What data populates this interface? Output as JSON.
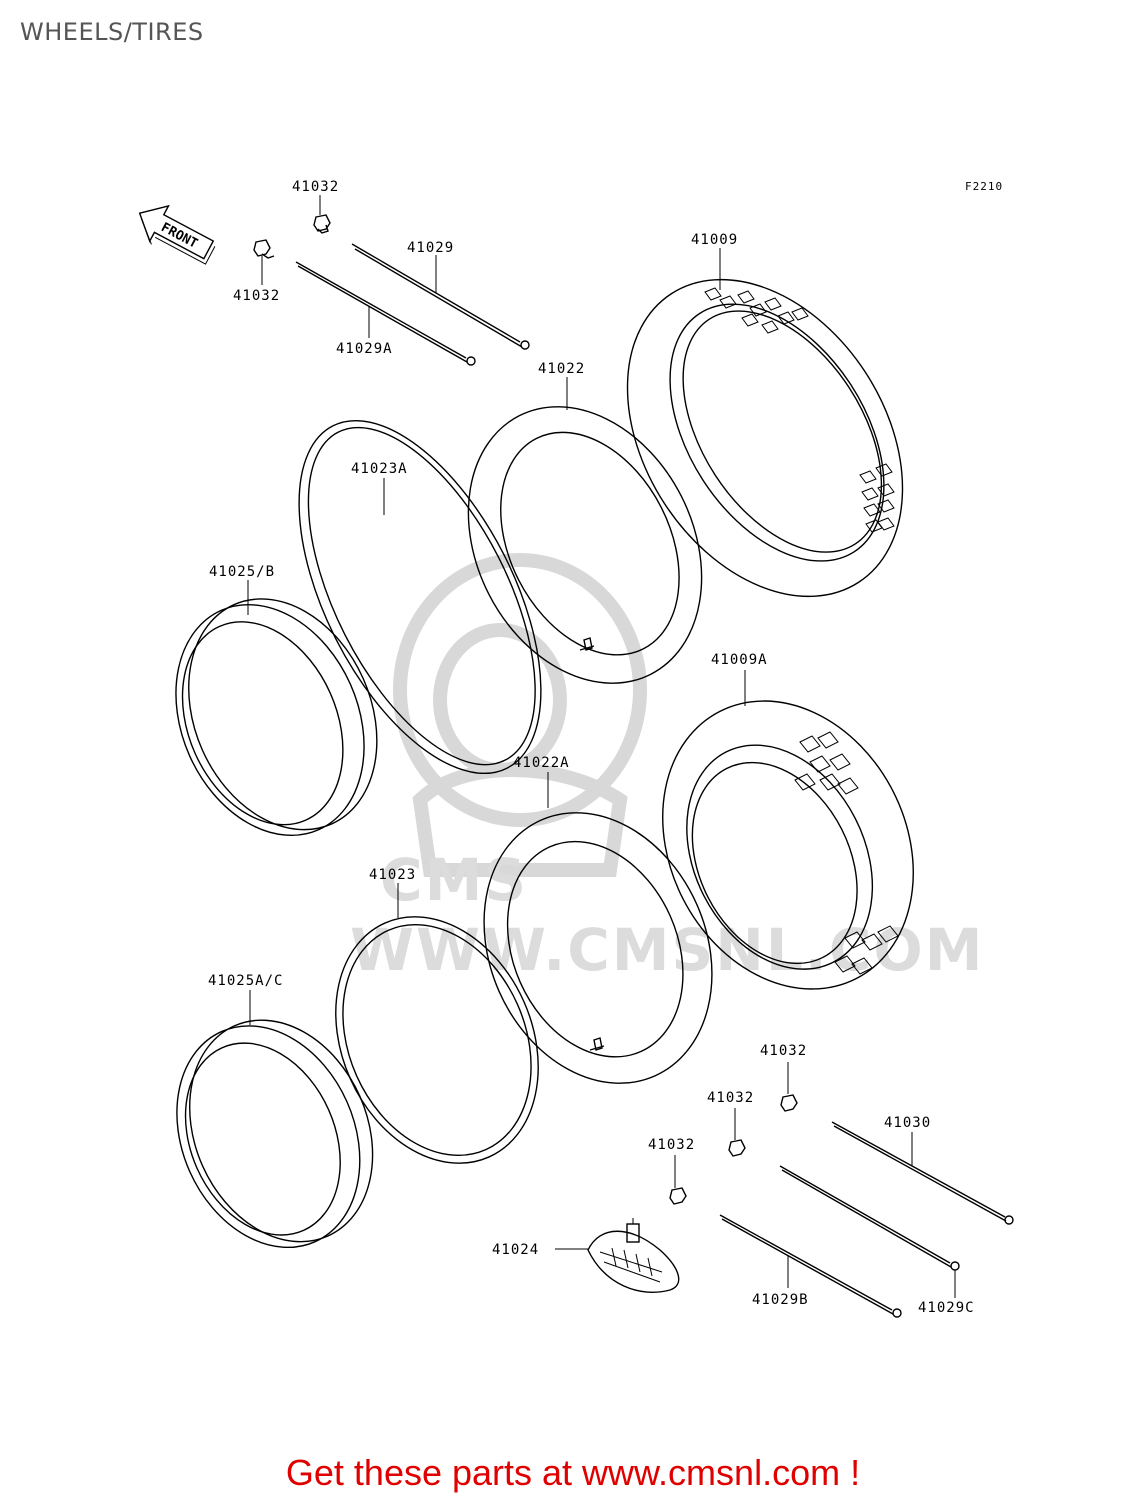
{
  "header": {
    "title": "WHEELS/TIRES"
  },
  "figure_code": "F2210",
  "front_arrow_text": "FRONT",
  "watermark": {
    "text": "WWW.CMSNL.COM",
    "logo_text": "CMS"
  },
  "parts": [
    {
      "id": "p41032a",
      "number": "41032"
    },
    {
      "id": "p41032b",
      "number": "41032"
    },
    {
      "id": "p41029",
      "number": "41029"
    },
    {
      "id": "p41029A",
      "number": "41029A"
    },
    {
      "id": "p41009",
      "number": "41009"
    },
    {
      "id": "p41022",
      "number": "41022"
    },
    {
      "id": "p41023A",
      "number": "41023A"
    },
    {
      "id": "p41025B",
      "number": "41025/B"
    },
    {
      "id": "p41009A",
      "number": "41009A"
    },
    {
      "id": "p41022A",
      "number": "41022A"
    },
    {
      "id": "p41023",
      "number": "41023"
    },
    {
      "id": "p41025AC",
      "number": "41025A/C"
    },
    {
      "id": "p41032c",
      "number": "41032"
    },
    {
      "id": "p41032d",
      "number": "41032"
    },
    {
      "id": "p41032e",
      "number": "41032"
    },
    {
      "id": "p41030",
      "number": "41030"
    },
    {
      "id": "p41024",
      "number": "41024"
    },
    {
      "id": "p41029B",
      "number": "41029B"
    },
    {
      "id": "p41029C",
      "number": "41029C"
    }
  ],
  "footer": {
    "promo_text": "Get these parts at www.cmsnl.com !",
    "promo_color": "#e00000"
  }
}
